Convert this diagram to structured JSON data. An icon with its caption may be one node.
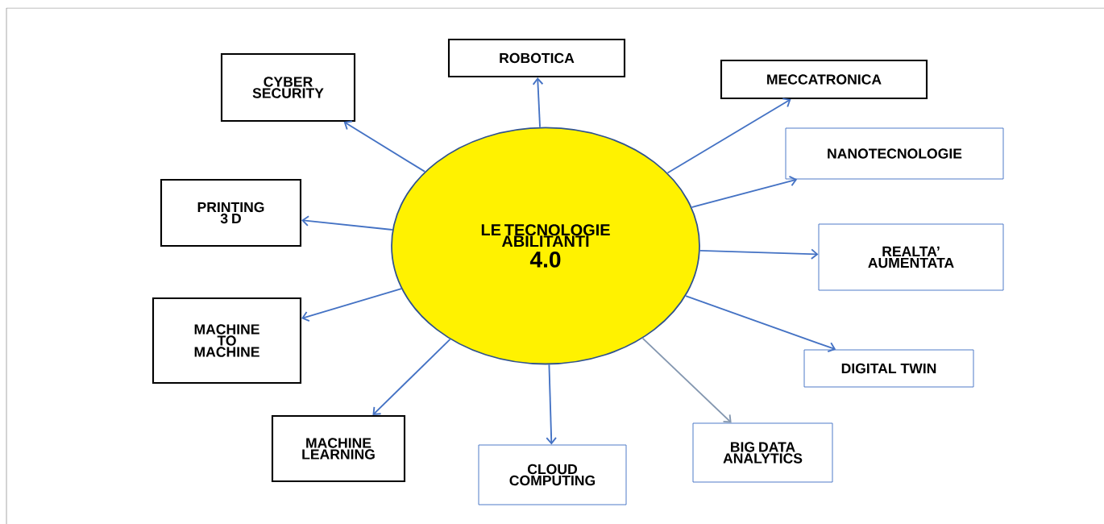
{
  "diagram": {
    "nodes": [
      {
        "text": [
          "LE TECNOLOGIE ABILITANTI",
          "4.0"
        ]
      },
      {
        "text": [
          "CYBER SECURITY"
        ]
      },
      {
        "text": [
          "ROBOTICA"
        ]
      },
      {
        "text": [
          "MECCATRONICA"
        ]
      },
      {
        "text": [
          "NANOTECNOLOGIE"
        ]
      },
      {
        "text": [
          "REALTA’ AUMENTATA"
        ]
      },
      {
        "text": [
          "DIGITAL TWIN"
        ]
      },
      {
        "text": [
          "BIG DATA ANALYTICS"
        ]
      },
      {
        "text": [
          "CLOUD COMPUTING"
        ]
      },
      {
        "text": [
          "MACHINE LEARNING"
        ]
      },
      {
        "text": [
          "MACHINE TO MACHINE"
        ]
      },
      {
        "text": [
          "PRINTING 3 D"
        ]
      }
    ],
    "edges": [
      {
        "from": 0,
        "to": 1,
        "arrow": "to"
      },
      {
        "from": 0,
        "to": 2,
        "arrow": "to"
      },
      {
        "from": 0,
        "to": 3,
        "arrow": "to"
      },
      {
        "from": 0,
        "to": 4,
        "arrow": "to"
      },
      {
        "from": 0,
        "to": 5,
        "arrow": "to"
      },
      {
        "from": 0,
        "to": 6,
        "arrow": "to"
      },
      {
        "from": 0,
        "to": 7,
        "arrow": "to",
        "color": "#8497b0"
      },
      {
        "from": 0,
        "to": 8,
        "arrow": "to"
      },
      {
        "from": 0,
        "to": 9,
        "arrow": "to"
      },
      {
        "from": 0,
        "to": 10,
        "arrow": "to"
      },
      {
        "from": 0,
        "to": 11,
        "arrow": "to"
      }
    ]
  }
}
